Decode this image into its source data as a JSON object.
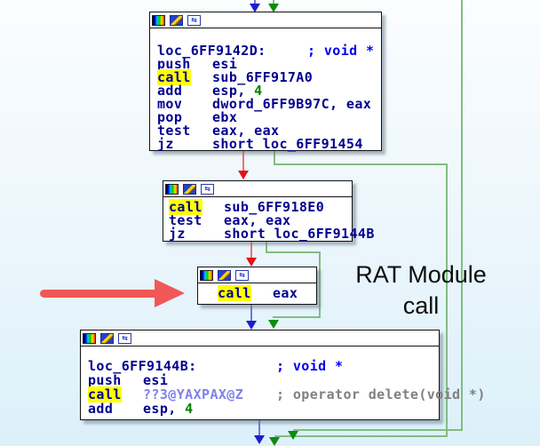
{
  "app": "ida-graph-view",
  "colors": {
    "edge_red": "#f07070",
    "edge_red_arrow": "#e31212",
    "edge_green": "#82bd82",
    "edge_green_arrow": "#0f8a0f",
    "edge_blue": "#6e74e9",
    "edge_blue_arrow": "#1d1dcc",
    "text_code": "#000090",
    "text_comment_blue": "#0000f0",
    "text_comment_gray": "#808080",
    "text_number": "#008000",
    "text_import": "#8080f0",
    "highlight": "#ffff00",
    "annotation_arrow": "#f15757"
  },
  "node_toolbar_icons": [
    {
      "name": "color-palette-icon",
      "glyph": "rainbow-square"
    },
    {
      "name": "edit-pencil-icon",
      "glyph": "pencil-on-blue"
    },
    {
      "name": "group-node-icon",
      "glyph": "⇆"
    }
  ],
  "blocks": [
    {
      "id": "block-top",
      "lines": [
        {
          "label": "loc_6FF9142D:",
          "comment": "; void *"
        },
        {
          "mn": "push",
          "op": "esi"
        },
        {
          "mn": "call",
          "op": "sub_6FF917A0",
          "hl": true
        },
        {
          "mn": "add",
          "op": "esp, ",
          "num": "4"
        },
        {
          "mn": "mov",
          "op": "dword_6FF9B97C, eax"
        },
        {
          "mn": "pop",
          "op": "ebx"
        },
        {
          "mn": "test",
          "op": "eax, eax"
        },
        {
          "mn": "jz",
          "op": "short loc_6FF91454"
        }
      ]
    },
    {
      "id": "block-middle",
      "lines": [
        {
          "mn": "call",
          "op": "sub_6FF918E0",
          "hl": true
        },
        {
          "mn": "test",
          "op": "eax, eax"
        },
        {
          "mn": "jz",
          "op": "short loc_6FF9144B"
        }
      ]
    },
    {
      "id": "block-call-eax",
      "lines": [
        {
          "mn": "call",
          "op": "eax",
          "hl": true
        }
      ]
    },
    {
      "id": "block-bottom",
      "lines": [
        {
          "label": "loc_6FF9144B:",
          "comment": "; void *"
        },
        {
          "mn": "push",
          "op": "esi"
        },
        {
          "mn": "call",
          "op": "??3@YAXPAX@Z",
          "hl": true,
          "import": true,
          "comment": "; operator delete(void *)"
        },
        {
          "mn": "add",
          "op": "esp, ",
          "num": "4"
        }
      ]
    }
  ],
  "edges": [
    {
      "from": "offscreen-top",
      "to": "block-top",
      "color": "blue"
    },
    {
      "from": "offscreen-top",
      "to": "block-top",
      "color": "green"
    },
    {
      "from": "block-top",
      "to": "block-middle",
      "color": "red"
    },
    {
      "from": "block-top",
      "to": "offscreen-bottom (loc_6FF91454)",
      "color": "green"
    },
    {
      "from": "offscreen-top",
      "to": "offscreen-bottom",
      "color": "green"
    },
    {
      "from": "block-middle",
      "to": "block-call-eax",
      "color": "red"
    },
    {
      "from": "block-middle",
      "to": "block-bottom",
      "color": "green"
    },
    {
      "from": "block-call-eax",
      "to": "block-bottom",
      "color": "blue"
    },
    {
      "from": "block-bottom",
      "to": "offscreen-bottom",
      "color": "blue"
    }
  ],
  "annotation": {
    "note": "RAT Module call"
  }
}
